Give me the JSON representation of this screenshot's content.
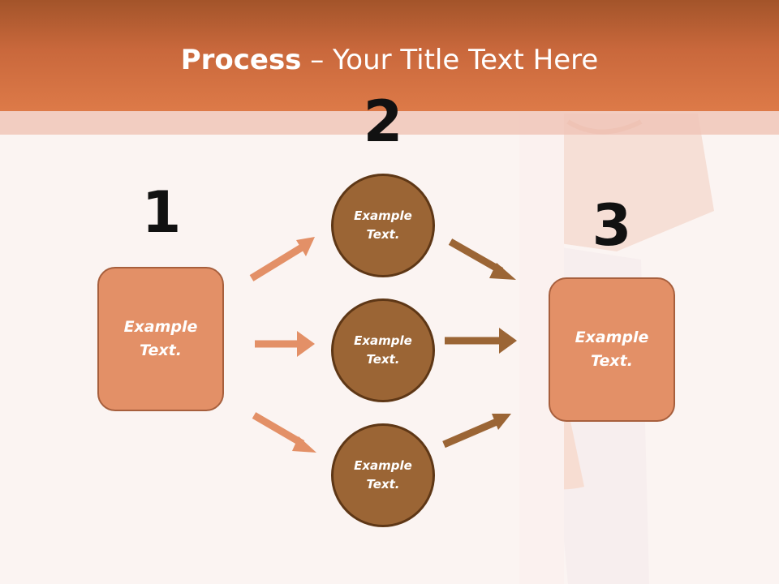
{
  "slide": {
    "title_bold": "Process",
    "title_rest": " – Your Title Text Here",
    "step_numbers": [
      "1",
      "2",
      "3"
    ],
    "left_box_text": "Example\nText.",
    "right_box_text": "Example\nText.",
    "circles": [
      {
        "text": "Example\nText."
      },
      {
        "text": "Example\nText."
      },
      {
        "text": "Example\nText."
      }
    ]
  },
  "colors": {
    "header": "#dd7a48",
    "box_fill": "#e39067",
    "circle_fill": "#9b6535",
    "arrow_light": "#e39067",
    "arrow_dark": "#9b6535"
  }
}
